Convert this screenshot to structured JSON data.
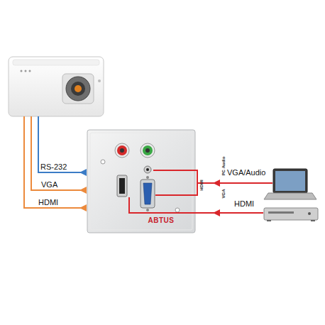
{
  "diagram": {
    "nodes": [
      {
        "text": [
          "HDMI",
          "VGA",
          "PC Audio",
          "ABTUS"
        ]
      }
    ],
    "labels": [
      "RS-232",
      "VGA",
      "HDMI",
      "VGA/Audio",
      "HDMI"
    ]
  }
}
